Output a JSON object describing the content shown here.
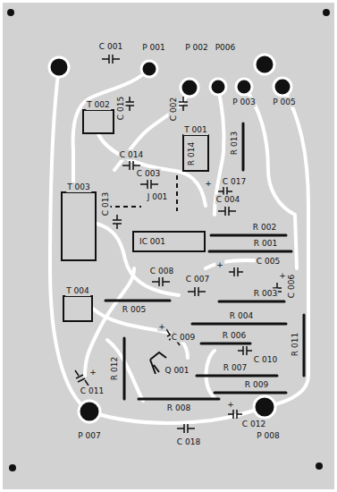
{
  "diagram": {
    "nodes": [
      {
        "text": [
          "T 002"
        ]
      },
      {
        "text": [
          "T 001"
        ]
      },
      {
        "text": [
          "T 003"
        ]
      },
      {
        "text": [
          "IC 001"
        ]
      },
      {
        "text": [
          "T 004"
        ]
      }
    ],
    "labels": [
      "C 001",
      "P 001",
      "P 002",
      "P006",
      "C 015",
      "C 002",
      "R 014",
      "R 013",
      "P 003",
      "P 005",
      "C 014",
      "C 003",
      "J 001",
      "C 017",
      "C 004",
      "C 013",
      "R 002",
      "R 001",
      "C 008",
      "C 005",
      "C 007",
      "R 003",
      "C 006",
      "R 005",
      "R 004",
      "C 009",
      "R 006",
      "C 010",
      "R 011",
      "C 011",
      "R 012",
      "Q 001",
      "R 007",
      "R 009",
      "R 008",
      "C 012",
      "P 007",
      "C 018",
      "P 008",
      "+",
      "+",
      "+",
      "+",
      "+",
      "+"
    ]
  }
}
